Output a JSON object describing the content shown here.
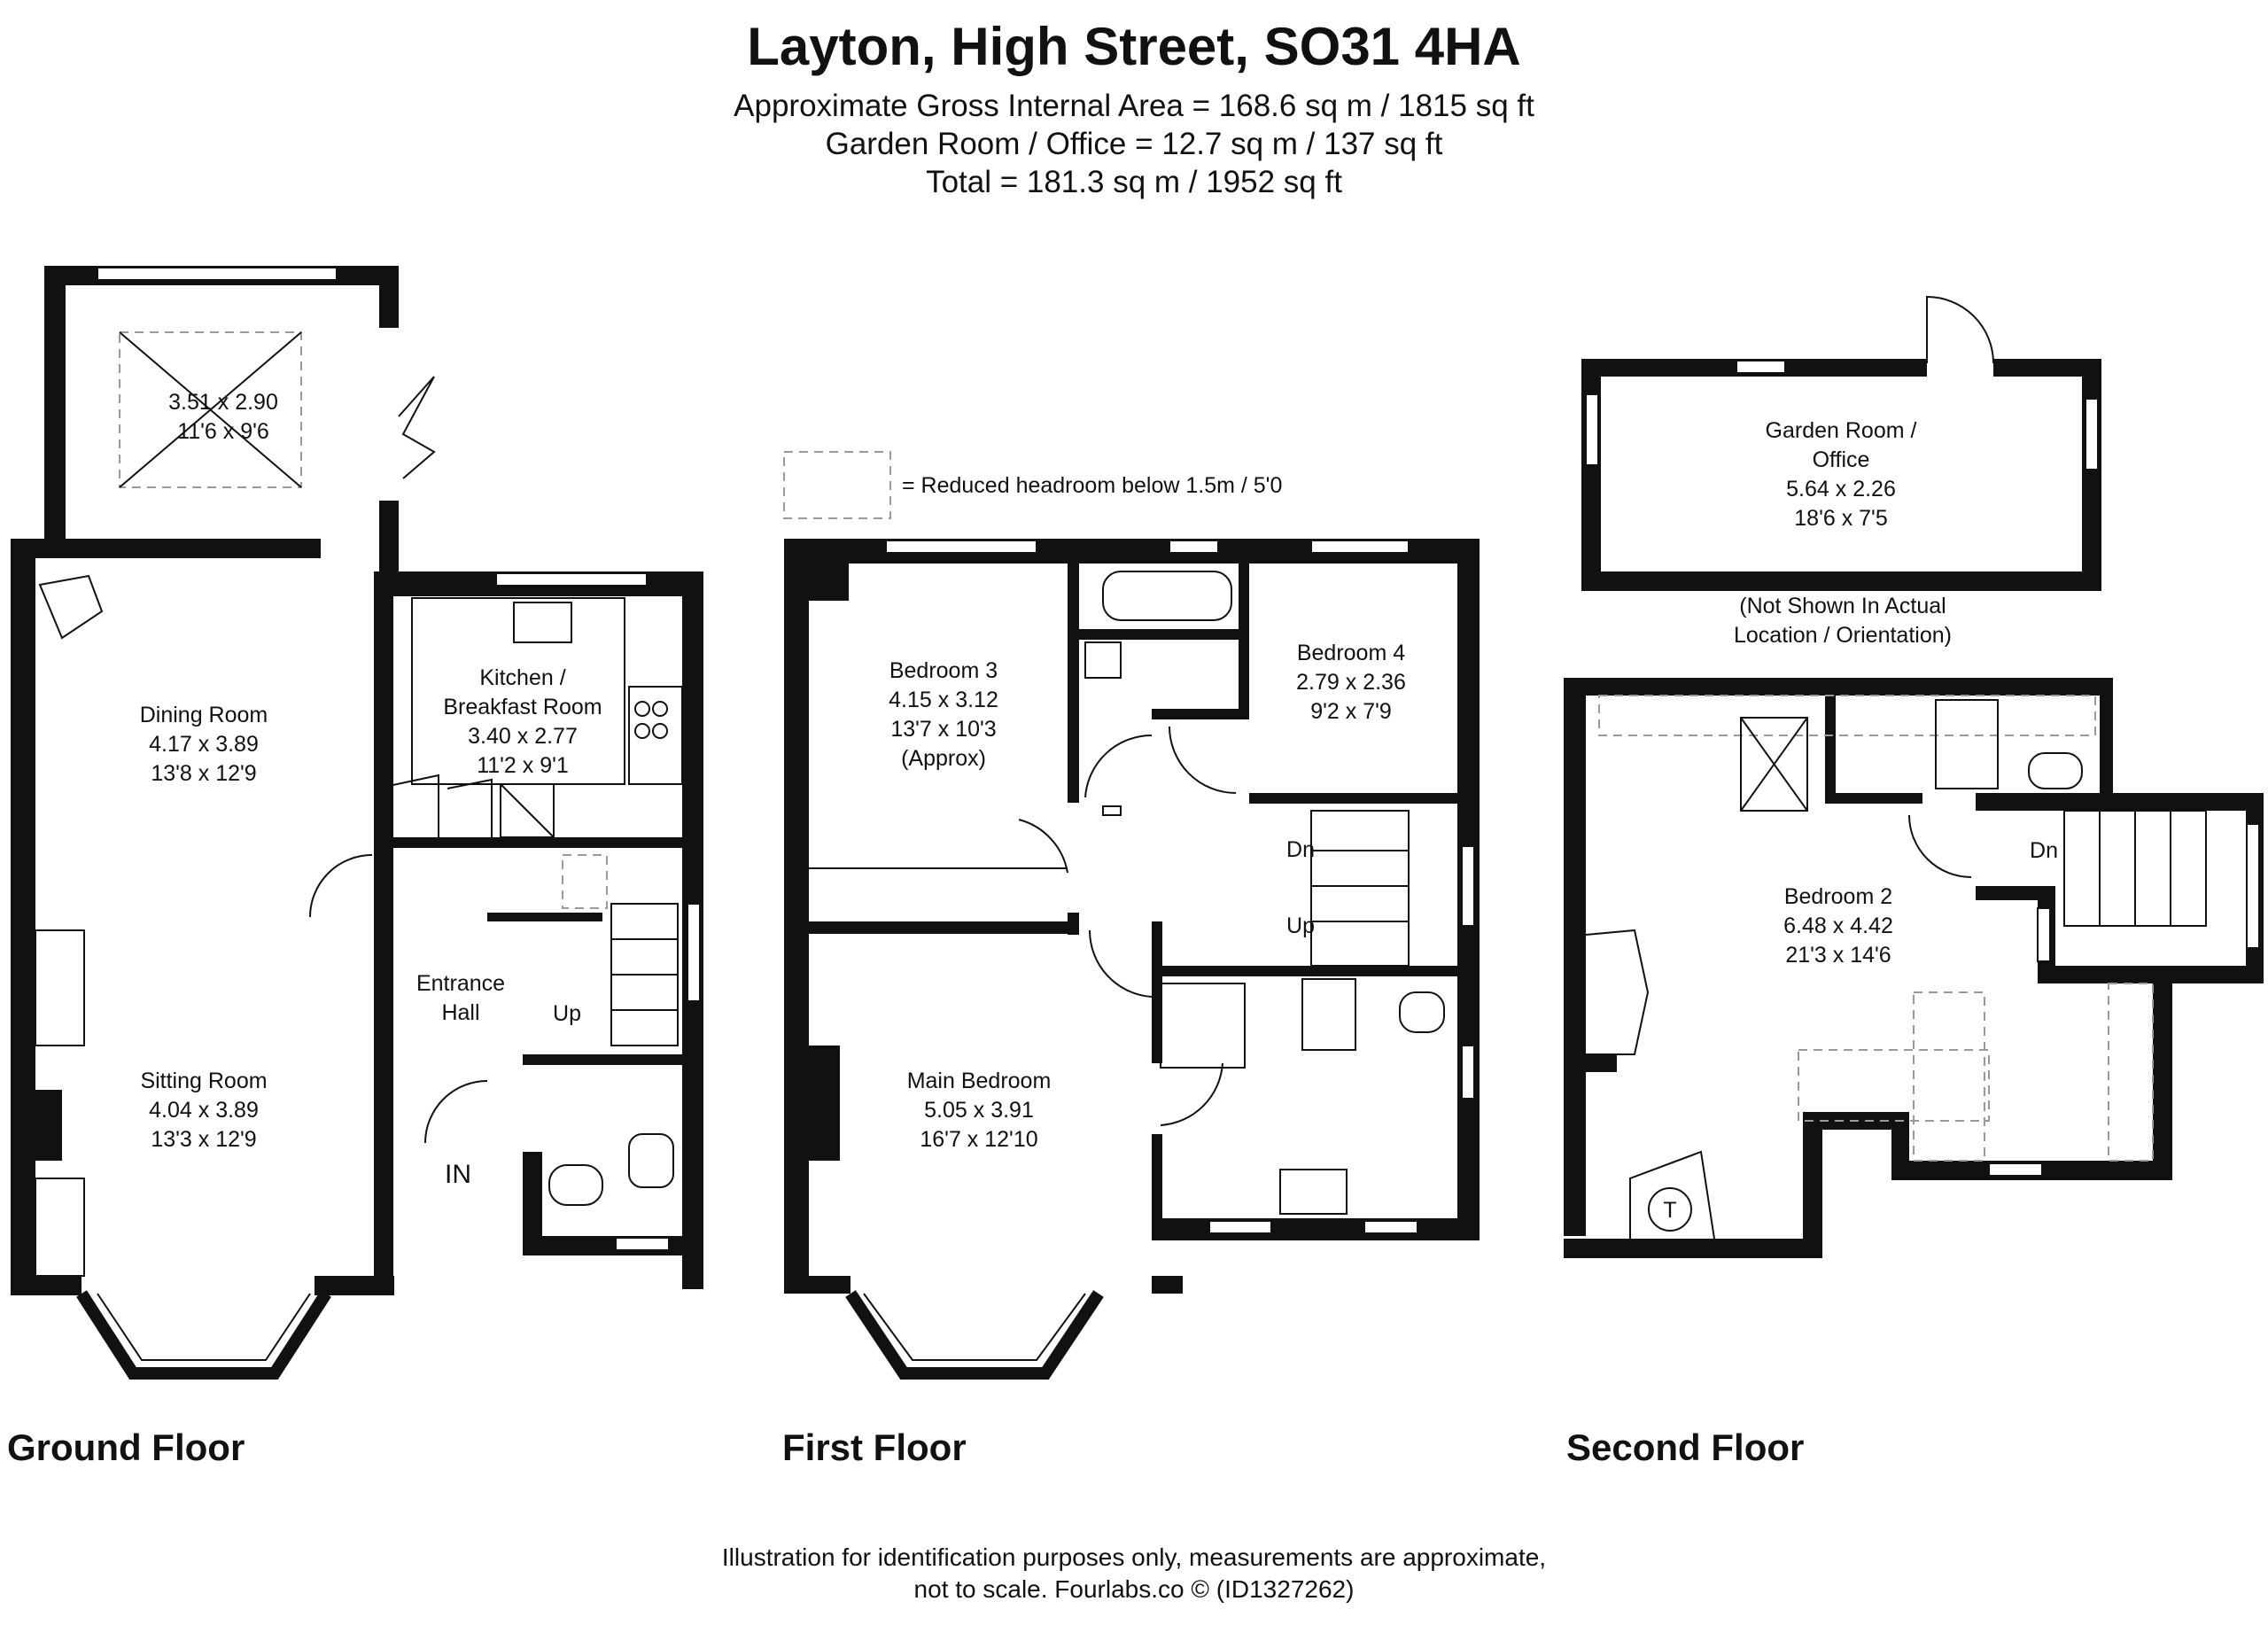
{
  "header": {
    "title": "Layton, High Street, SO31 4HA",
    "gross_internal_area": "Approximate Gross Internal Area = 168.6 sq m / 1815 sq ft",
    "garden_room_area": "Garden Room / Office = 12.7 sq m / 137 sq ft",
    "total_area": "Total = 181.3 sq m / 1952 sq ft"
  },
  "legend": {
    "reduced_headroom": "= Reduced headroom below 1.5m / 5'0"
  },
  "floors": {
    "ground": {
      "label": "Ground Floor",
      "conservatory": {
        "metric": "3.51 x 2.90",
        "imperial": "11'6 x 9'6"
      },
      "dining_room": {
        "name": "Dining Room",
        "metric": "4.17 x 3.89",
        "imperial": "13'8 x 12'9"
      },
      "kitchen": {
        "name_line1": "Kitchen /",
        "name_line2": "Breakfast Room",
        "metric": "3.40 x 2.77",
        "imperial": "11'2 x 9'1"
      },
      "entrance_hall": {
        "name_line1": "Entrance",
        "name_line2": "Hall"
      },
      "sitting_room": {
        "name": "Sitting Room",
        "metric": "4.04 x 3.89",
        "imperial": "13'3 x 12'9"
      },
      "stairs_up": "Up",
      "entrance": "IN"
    },
    "first": {
      "label": "First Floor",
      "bedroom3": {
        "name": "Bedroom 3",
        "metric": "4.15 x 3.12",
        "imperial": "13'7 x 10'3",
        "note": "(Approx)"
      },
      "bedroom4": {
        "name": "Bedroom 4",
        "metric": "2.79 x 2.36",
        "imperial": "9'2 x 7'9"
      },
      "main_bedroom": {
        "name": "Main Bedroom",
        "metric": "5.05 x 3.91",
        "imperial": "16'7 x 12'10"
      },
      "stairs_down": "Dn",
      "stairs_up": "Up"
    },
    "second": {
      "label": "Second Floor",
      "garden_room": {
        "name_line1": "Garden Room /",
        "name_line2": "Office",
        "metric": "5.64 x 2.26",
        "imperial": "18'6 x 7'5"
      },
      "note_line1": "(Not Shown In Actual",
      "note_line2": "Location / Orientation)",
      "bedroom2": {
        "name": "Bedroom 2",
        "metric": "6.48 x 4.42",
        "imperial": "21'3 x 14'6"
      },
      "stairs_down": "Dn",
      "tank": "T"
    }
  },
  "footer": {
    "line1": "Illustration for identification purposes only, measurements are approximate,",
    "line2": "not to scale. Fourlabs.co © (ID1327262)"
  }
}
